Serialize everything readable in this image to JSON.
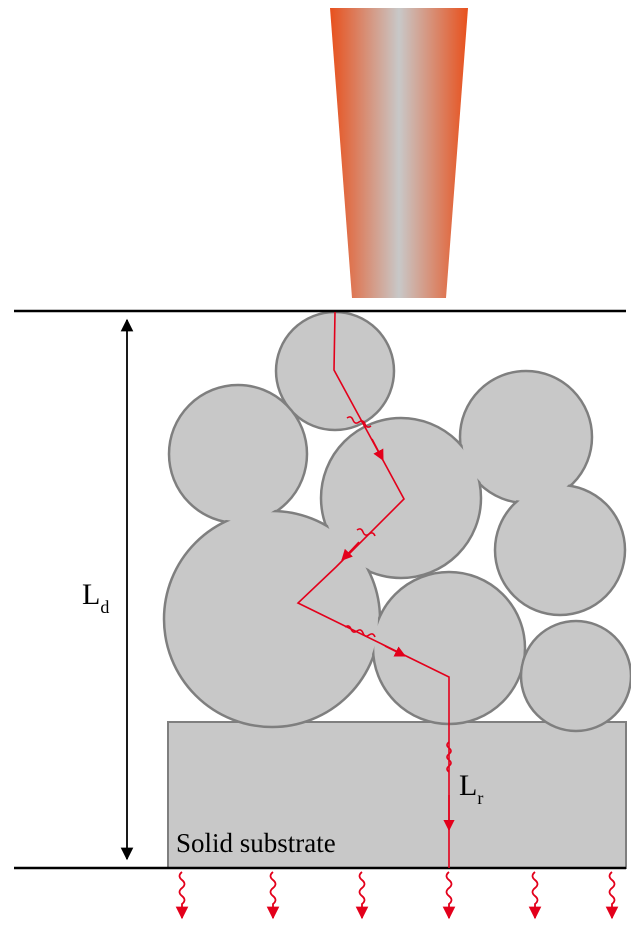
{
  "labels": {
    "thickness": "L",
    "thickness_sub": "d",
    "ray_length": "L",
    "ray_length_sub": "r",
    "substrate": "Solid substrate"
  },
  "colors": {
    "particle_fill": "#c8c8c8",
    "particle_stroke": "#7f7f7f",
    "ray": "#e3001b",
    "nozzle_edge": "#e8501c",
    "nozzle_center": "#c8c8c8",
    "line": "#000000"
  },
  "icons": {
    "nozzle": "tapered-nozzle",
    "heat_arrow": "wavy-down-arrow"
  }
}
